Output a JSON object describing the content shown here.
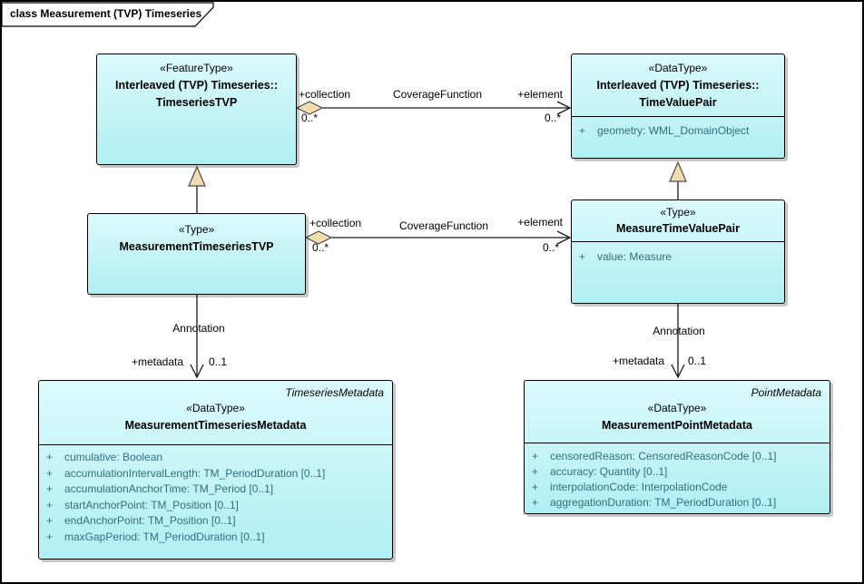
{
  "title": "class Measurement (TVP) Timeseries",
  "colors": {
    "background": "#ffffff",
    "class_fill_top": "#dcfafc",
    "class_fill_bottom": "#b0eff3",
    "class_border": "#000000",
    "attribute_text": "#31707e",
    "aggregation_diamond_fill": "#f0dcae"
  },
  "classes": {
    "timeseriesTVP": {
      "stereotype": "«FeatureType»",
      "qualifier": "Interleaved (TVP) Timeseries::",
      "name": "TimeseriesTVP"
    },
    "timeValuePair": {
      "stereotype": "«DataType»",
      "qualifier": "Interleaved (TVP) Timeseries::",
      "name": "TimeValuePair",
      "attributes": [
        {
          "vis": "+",
          "text": "geometry: WML_DomainObject"
        }
      ]
    },
    "measurementTimeseriesTVP": {
      "stereotype": "«Type»",
      "name": "MeasurementTimeseriesTVP"
    },
    "measureTimeValuePair": {
      "stereotype": "«Type»",
      "name": "MeasureTimeValuePair",
      "attributes": [
        {
          "vis": "+",
          "text": "value: Measure"
        }
      ]
    },
    "measurementTimeseriesMetadata": {
      "tagline": "TimeseriesMetadata",
      "stereotype": "«DataType»",
      "name": "MeasurementTimeseriesMetadata",
      "attributes": [
        {
          "vis": "+",
          "text": "cumulative: Boolean"
        },
        {
          "vis": "+",
          "text": "accumulationIntervalLength: TM_PeriodDuration [0..1]"
        },
        {
          "vis": "+",
          "text": "accumulationAnchorTime: TM_Period [0..1]"
        },
        {
          "vis": "+",
          "text": "startAnchorPoint: TM_Position [0..1]"
        },
        {
          "vis": "+",
          "text": "endAnchorPoint: TM_Position [0..1]"
        },
        {
          "vis": "+",
          "text": "maxGapPeriod: TM_PeriodDuration [0..1]"
        }
      ]
    },
    "measurementPointMetadata": {
      "tagline": "PointMetadata",
      "stereotype": "«DataType»",
      "name": "MeasurementPointMetadata",
      "attributes": [
        {
          "vis": "+",
          "text": "censoredReason: CensoredReasonCode [0..1]"
        },
        {
          "vis": "+",
          "text": "accuracy: Quantity [0..1]"
        },
        {
          "vis": "+",
          "text": "interpolationCode: InterpolationCode"
        },
        {
          "vis": "+",
          "text": "aggregationDuration: TM_PeriodDuration [0..1]"
        }
      ]
    }
  },
  "connectors": {
    "coverage_top": {
      "name": "CoverageFunction",
      "source_role": "+collection",
      "source_mult": "0..*",
      "target_role": "+element",
      "target_mult": "0..*"
    },
    "coverage_bottom": {
      "name": "CoverageFunction",
      "source_role": "+collection",
      "source_mult": "0..*",
      "target_role": "+element",
      "target_mult": "0..*"
    },
    "annotation_left": {
      "name": "Annotation",
      "target_role": "+metadata",
      "target_mult": "0..1"
    },
    "annotation_right": {
      "name": "Annotation",
      "target_role": "+metadata",
      "target_mult": "0..1"
    }
  }
}
